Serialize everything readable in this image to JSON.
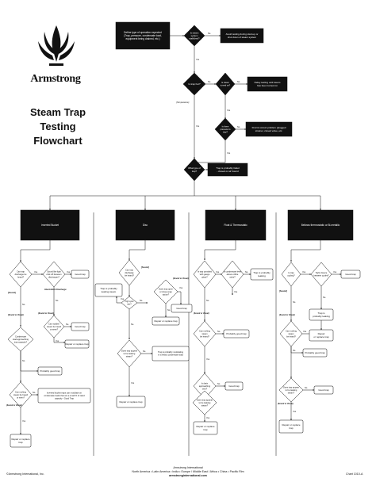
{
  "brand": {
    "logo_text": "Armstrong",
    "title_line1": "Steam Trap",
    "title_line2": "Testing Flowchart"
  },
  "footer": {
    "company": "Armstrong International",
    "regions": "North America • Latin America • India • Europe / Middle East / Africa • China • Pacific Rim",
    "website": "armstronginternational.com",
    "copyright": "©Armstrong International, Inc.",
    "code": "Chart 1010-A"
  },
  "top": {
    "start": [
      "Define type of operation expected",
      "(Trap, pressure, condensate load,",
      "equipment being drained, etc.)"
    ],
    "d_steam_supply": [
      "Is steam",
      "system",
      "stabilized?"
    ],
    "avoid_testing": [
      "Avoid testing during start-up or",
      "shut down of steam system"
    ],
    "d_trap_hot": [
      "Is trap hot?"
    ],
    "temperature": "(Temperature)",
    "d_steam_on": [
      "Is steam",
      "turned on?"
    ],
    "delay_testing": [
      "Delay testing until steam",
      "has been turned on"
    ],
    "d_pressure": [
      "Is there",
      "pressure to",
      "trap?"
    ],
    "find_correct": [
      "Find & correct problem (plugged",
      "strainer, closed valve, etc."
    ],
    "d_trap_type": [
      "What type of",
      "trap?"
    ],
    "probably_failed": [
      "Trap is probably failed",
      "- closed or air bound"
    ],
    "yes": "Yes",
    "no": "No"
  },
  "columns": [
    {
      "header": "Inverted Bucket",
      "nodes": {
        "d1": [
          "Can trap",
          "discharge be",
          "heard?"
        ],
        "sound": "[Sound]",
        "d2": [
          "Sound like light",
          "click off between",
          "discharges?"
        ],
        "intermittent": "Intermittent Discharge",
        "good": "Good trap",
        "d3": [
          "Can sudden",
          "steam be heard",
          "or seen?"
        ],
        "sound_visual": "(Sound or Visual)",
        "repair": "Repair or replace trap",
        "d4": [
          "Condensate",
          "load approaching",
          "trap capacity?"
        ],
        "probably_good": "Probably good trap",
        "d5": [
          "Can rushing",
          "steam be heard",
          "or seen?"
        ],
        "sound_visual2": "(Sound or Visual)",
        "inverted_note": [
          "Inverted bucket traps can modulate on",
          "condensate loads that are a small % of rated",
          "capacity - Good Trap"
        ],
        "repair2": [
          "Repair or replace",
          "trap"
        ]
      }
    },
    {
      "header": "Disc",
      "nodes": {
        "d1": [
          "Can trap",
          "discharge",
          "be heard?"
        ],
        "sound": "[Sound]",
        "d_high": [
          "High cycle",
          "rate?"
        ],
        "probably_leaking": [
          "Trap is probably",
          "leaking steam"
        ],
        "d_listen": [
          "Does trap open",
          "or close snap",
          "action?"
        ],
        "good": "Good trap",
        "repair": "Repair or replace trap",
        "d_blowing": [
          "Does trap appear",
          "to be leaking",
          "steam?"
        ],
        "modulating": [
          "Trap is probably modulating",
          "in a heavy condensate load"
        ],
        "repair2": "Repair or replace trap"
      }
    },
    {
      "header": "Float & Thermostatic",
      "nodes": {
        "d1": [
          "Is trap provided",
          "with gauge",
          "glass?"
        ],
        "d2": [
          "Is condensate level",
          "above orifice",
          "valve?"
        ],
        "probably_leaking": [
          "Trap is probably",
          "leaking"
        ],
        "d3": [
          "Can rushing",
          "steam",
          "be heard?"
        ],
        "sound_visual": "(Sound or Visual)",
        "probably_good": "Probably good trap",
        "d4": [
          "Is drain",
          "approaching",
          "vent?"
        ],
        "good": "Good trap",
        "d5": [
          "Does trap appear",
          "to be leaking",
          "steam?"
        ],
        "repair": [
          "Repair or replace",
          "trap"
        ]
      }
    },
    {
      "header": "Bellows thermostatic or Bi-metallic",
      "nodes": {
        "d1": [
          "Is trap",
          "cycling?"
        ],
        "sound": "[Sound]",
        "d2": [
          "Tight closure",
          "between cycles?"
        ],
        "good": "Good trap",
        "probably_leaking": [
          "Trap is",
          "probably leaking"
        ],
        "d3": [
          "Can rushing",
          "steam",
          "be heard?"
        ],
        "repair": [
          "Repair",
          "or replace trap"
        ],
        "probably_good": "Probably good trap",
        "d4": [
          "Does trap appear",
          "to be leaking",
          "steam?"
        ],
        "good2": "Good trap",
        "repair2": [
          "Repair or replace",
          "trap"
        ]
      }
    }
  ]
}
